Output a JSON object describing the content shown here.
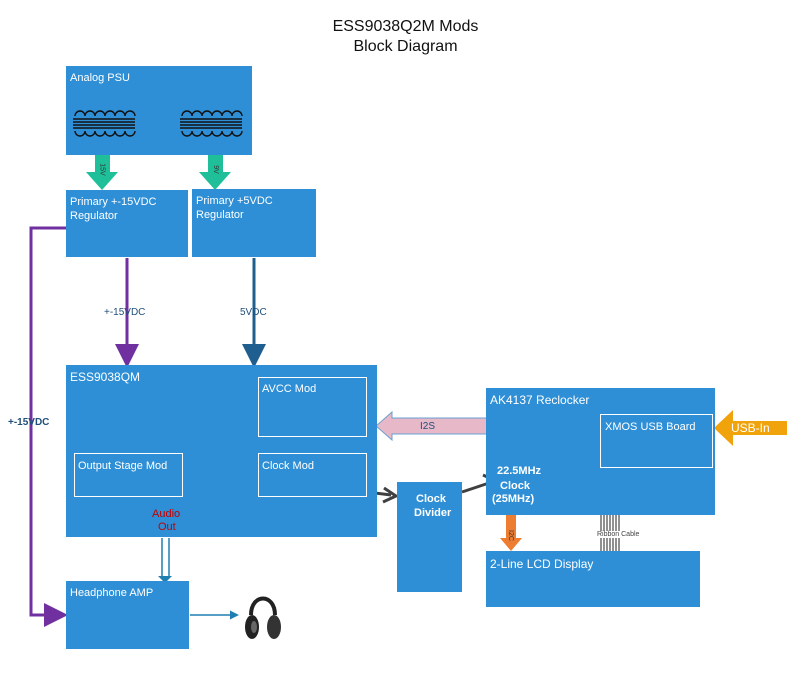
{
  "diagram": {
    "title_line1": "ESS9038Q2M Mods",
    "title_line2": "Block Diagram",
    "blocks": {
      "analog_psu": "Analog PSU",
      "primary_15v_line1": "Primary +-15VDC",
      "primary_15v_line2": "Regulator",
      "primary_5v_line1": "Primary +5VDC",
      "primary_5v_line2": "Regulator",
      "ess": "ESS9038QM",
      "avcc_mod": "AVCC Mod",
      "output_stage_mod": "Output Stage Mod",
      "clock_mod": "Clock Mod",
      "clock_divider_line1": "Clock",
      "clock_divider_line2": "Divider",
      "reclocker": "AK4137 Reclocker",
      "xmos": "XMOS USB Board",
      "clock_line1": "22.5MHz",
      "clock_line2": "Clock",
      "clock_line3": "(25MHz)",
      "lcd": "2-Line LCD Display",
      "headphone_amp": "Headphone AMP"
    },
    "labels": {
      "v15_arrow": "15V",
      "v9_arrow": "9V",
      "pm15vdc": "+-15VDC",
      "v5vdc": "5VDC",
      "side_15vdc": "+-15VDC",
      "i2s": "I2S",
      "usb_in": "USB-In",
      "audio_out_line1": "Audio",
      "audio_out_line2": "Out",
      "ribbon_cable": "Ribbon Cable",
      "i2c": "I2C"
    },
    "colors": {
      "box_blue": "#2e8fd6",
      "teal_arrow": "#1fbf9a",
      "purple_wire": "#7030a0",
      "dark_blue_wire": "#1f5f8f",
      "i2s_arrow": "#e7b8c8",
      "usb_arrow": "#f0a30a",
      "i2c_arrow": "#ed7d31",
      "label_red": "#c00000",
      "label_navy": "#1f4e79"
    }
  }
}
